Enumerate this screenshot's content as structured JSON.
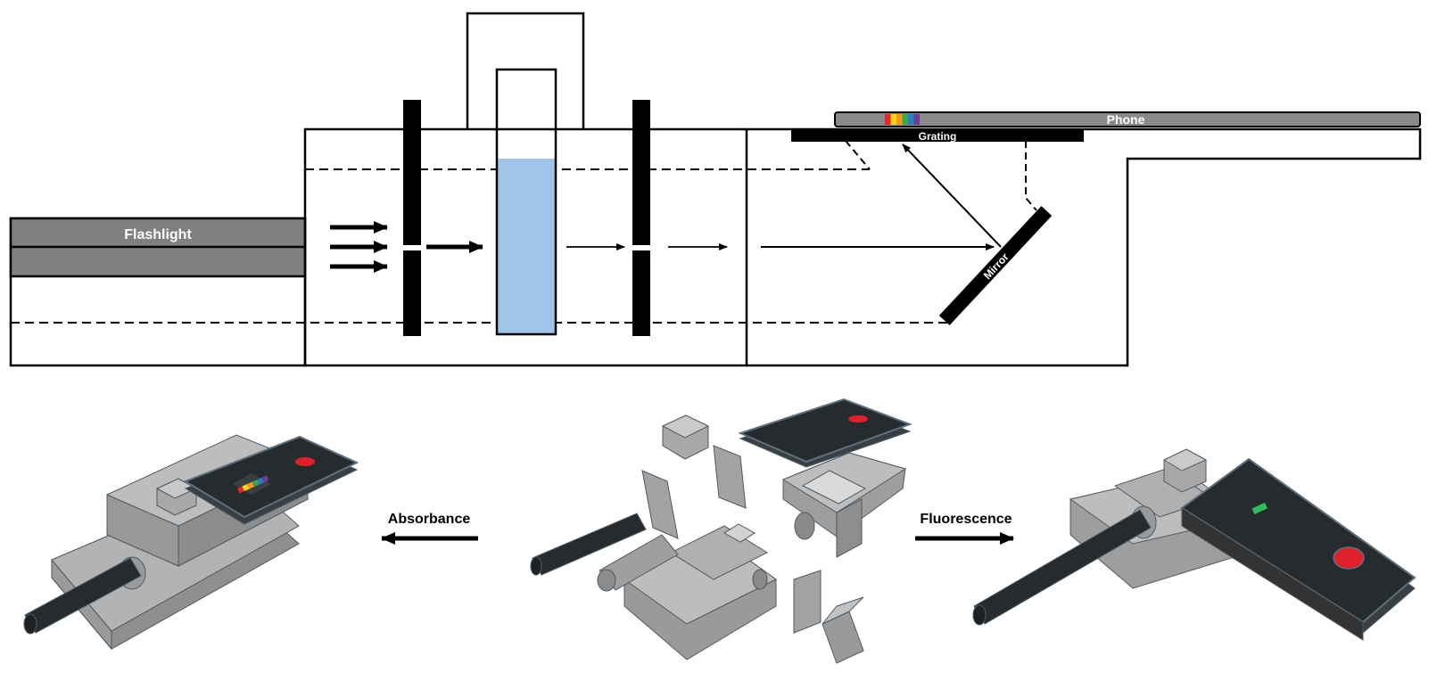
{
  "labels": {
    "flashlight": "Flashlight",
    "phone": "Phone",
    "grating": "Grating",
    "mirror": "Mirror",
    "absorbance": "Absorbance",
    "fluorescence": "Fluorescence"
  },
  "colors": {
    "housing_outline": "#000000",
    "flashlight_fill": "#808080",
    "phone_fill": "#8a8a8a",
    "sample_liquid": "#9fc5e8",
    "model_gray": "#a6a6a6",
    "model_dark": "#262b2e",
    "screen_dot": "#e0202a",
    "fluorescence_mark": "#2fbf5a"
  },
  "spectrum_colors": [
    "#e8232a",
    "#f7d418",
    "#f29a1b",
    "#37a94b",
    "#2b7fc1",
    "#6a3f98"
  ],
  "icons": {
    "light_arrows": "arrow-right-icon",
    "absorbance_arrow": "arrow-left-icon",
    "fluorescence_arrow": "arrow-right-icon"
  }
}
